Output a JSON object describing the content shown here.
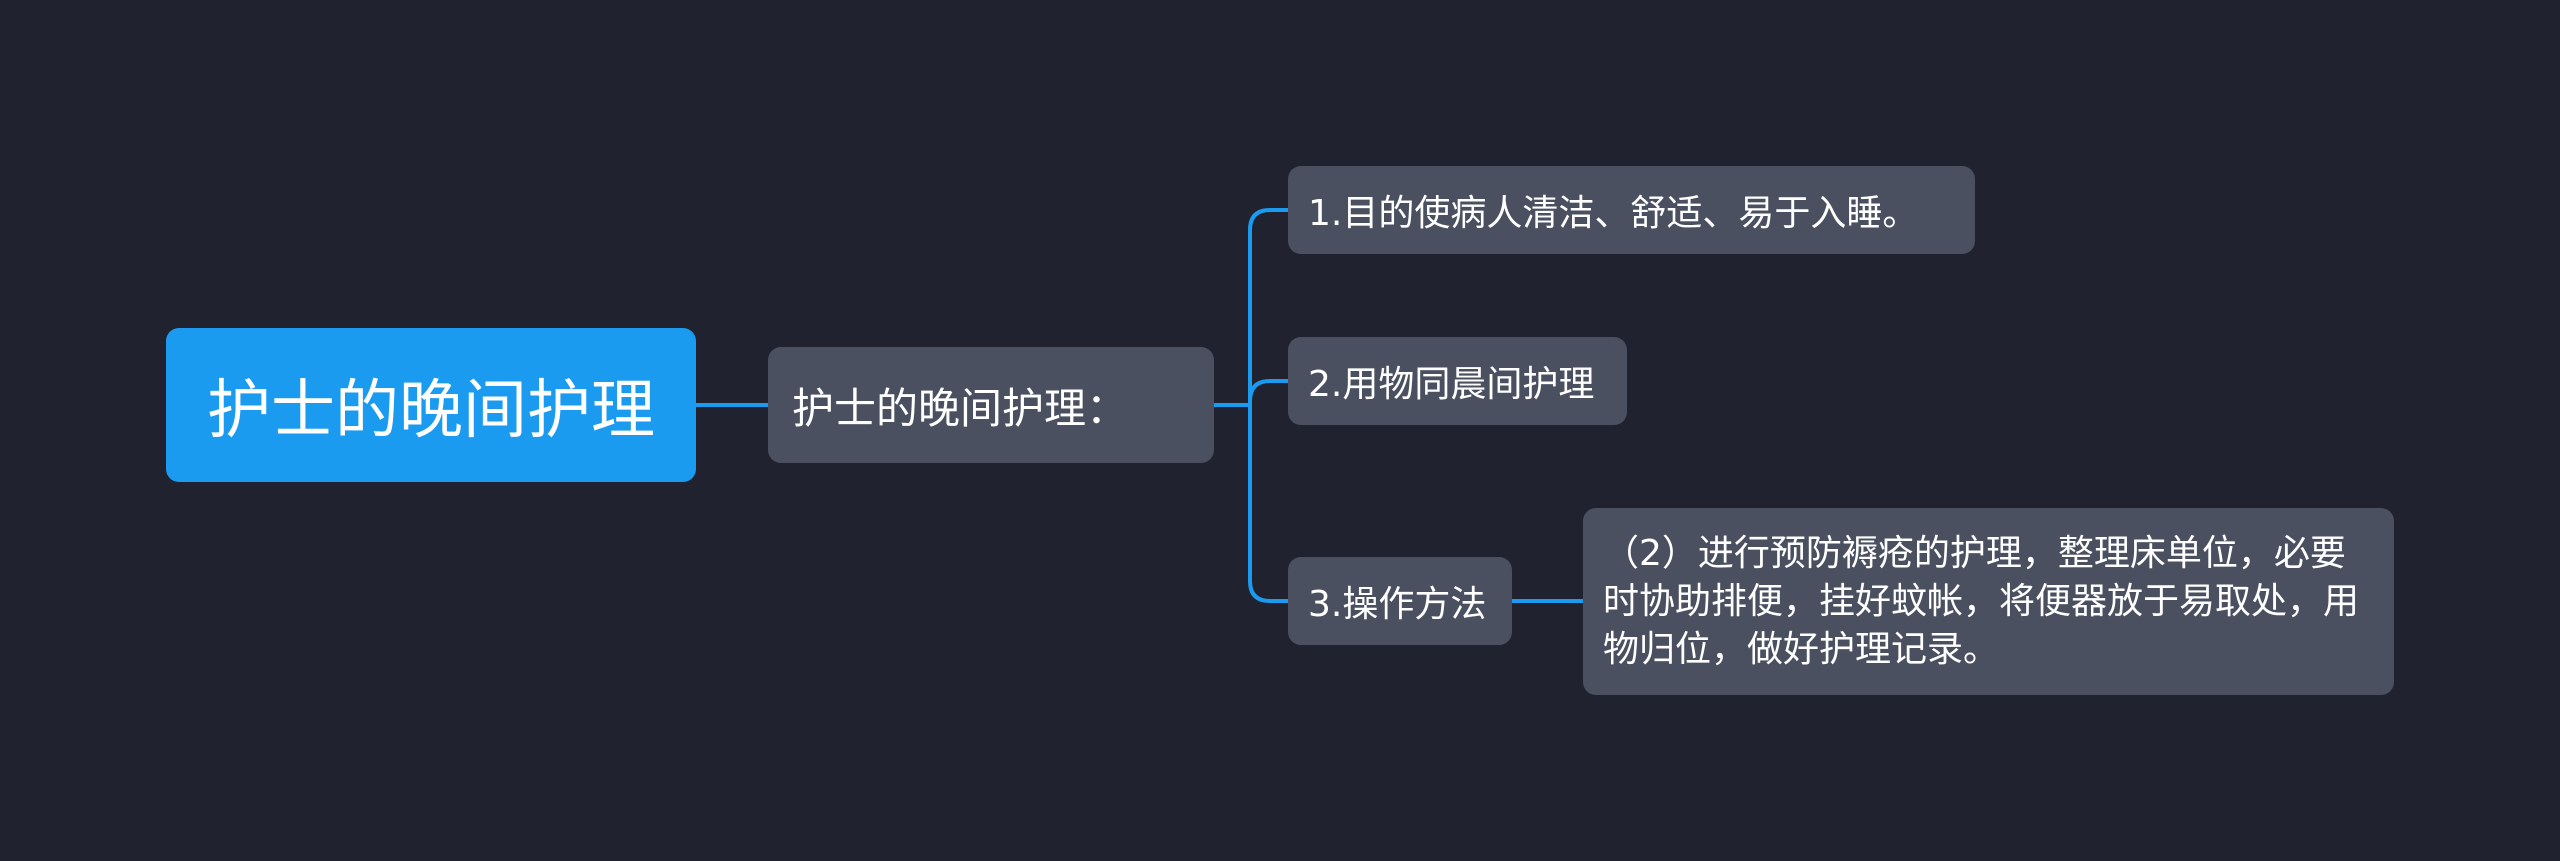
{
  "mindmap": {
    "root": "护士的晚间护理",
    "level1": "护士的晚间护理：",
    "branches": [
      "1.目的使病人清洁、舒适、易于入睡。",
      "2.用物同晨间护理",
      "3.操作方法"
    ],
    "detail": "（2）进行预防褥疮的护理，整理床单位，必要时协助排便，挂好蚊帐，将便器放于易取处，用物归位，做好护理记录。"
  },
  "colors": {
    "background": "#20232f",
    "root_fill": "#1a9bf0",
    "node_fill": "#4a5060",
    "connector": "#1a9bf0",
    "text": "#ffffff"
  }
}
